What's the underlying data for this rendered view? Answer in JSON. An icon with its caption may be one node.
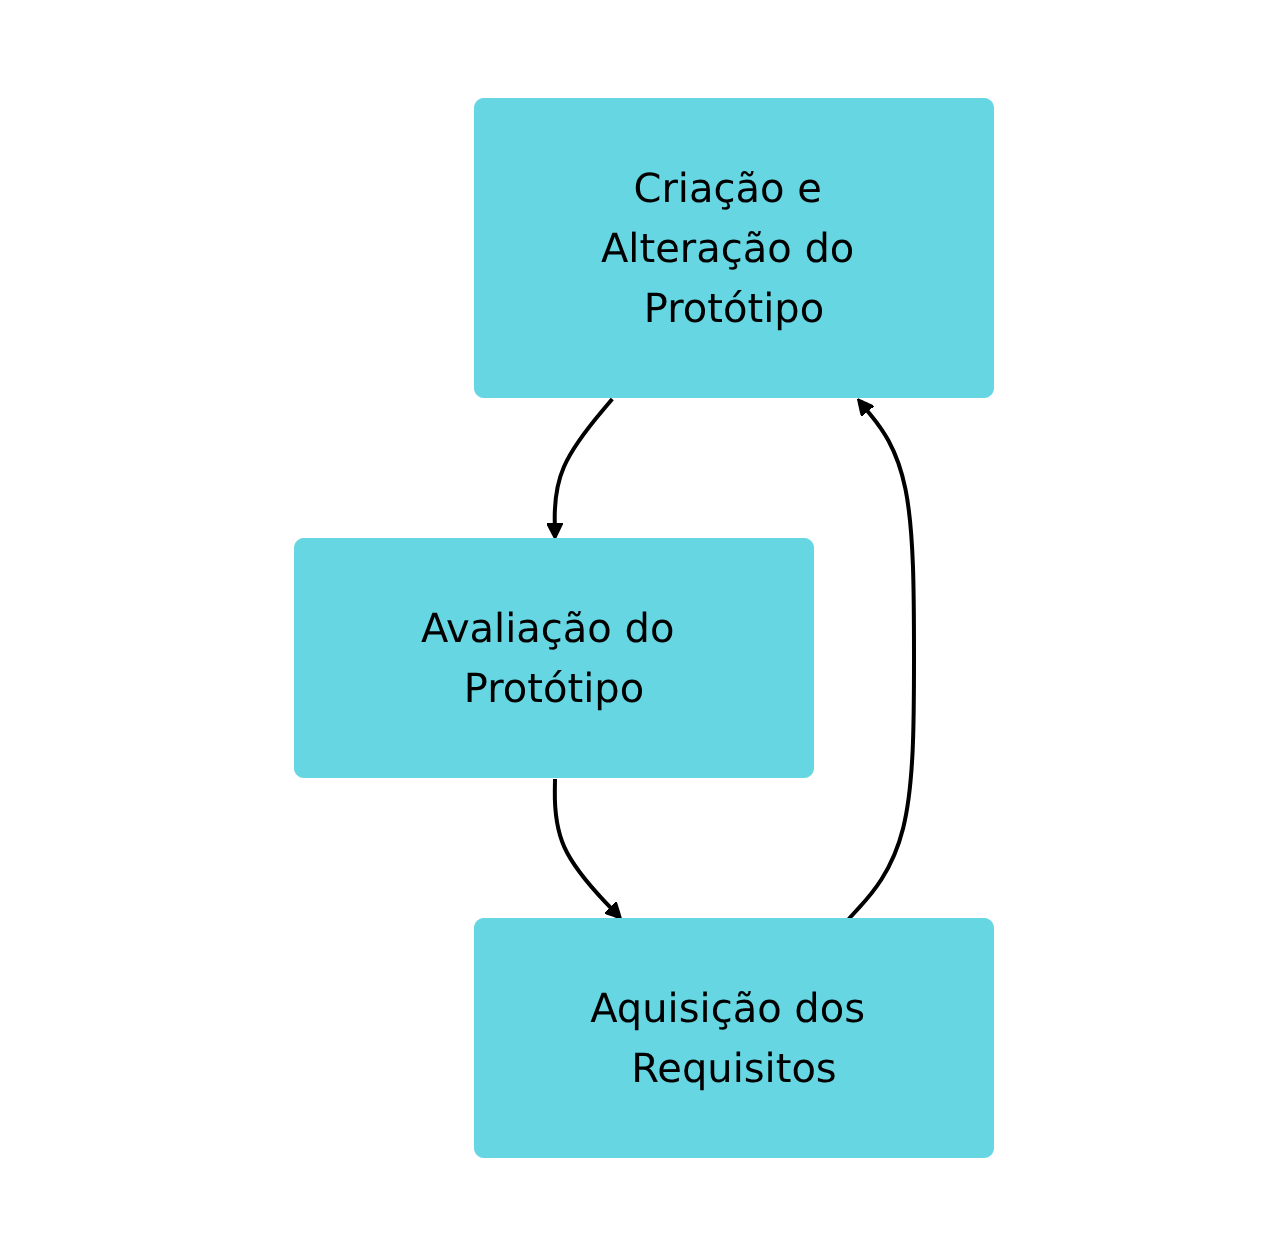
{
  "diagram": {
    "nodes": [
      {
        "text": [
          "Criação e Alteração do Protótipo"
        ]
      },
      {
        "text": [
          "Avaliação do Protótipo"
        ]
      },
      {
        "text": [
          "Aquisição dos Requisitos"
        ]
      }
    ],
    "edges": [
      {
        "from": 0,
        "to": 1,
        "arrow": "to"
      },
      {
        "from": 1,
        "to": 2,
        "arrow": "to"
      },
      {
        "from": 2,
        "to": 0,
        "arrow": "to"
      }
    ]
  }
}
